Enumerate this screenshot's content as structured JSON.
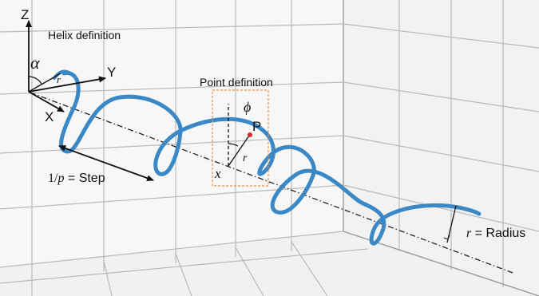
{
  "labels": {
    "axis_z": "Z",
    "axis_y": "Y",
    "axis_x": "X",
    "helix_definition": "Helix definition",
    "point_definition": "Point definition",
    "alpha": "α",
    "r_small_top": "r",
    "phi": "ϕ",
    "point_p": "P",
    "r_small_point": "r",
    "x_small": "x",
    "step_prefix": "1/",
    "step_p": "p",
    "step_suffix": " = Step",
    "radius_r": "r",
    "radius_suffix": " = Radius"
  },
  "colors": {
    "helix": "#3a88c5",
    "point_box": "#e8914a",
    "point_p": "#e02020",
    "grid": "#b9b9b9",
    "floor": "#f3f3f3",
    "wall": "#f7f7f7",
    "ink": "#111111"
  },
  "icons": {
    "axis_arrows": "arrow-icon"
  }
}
